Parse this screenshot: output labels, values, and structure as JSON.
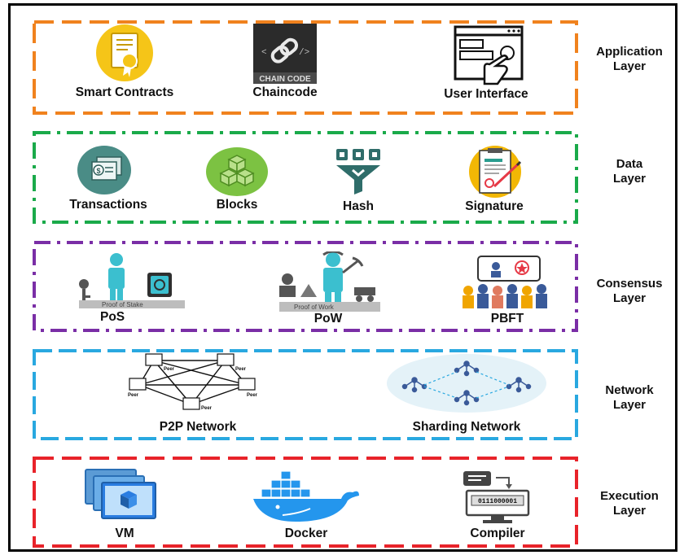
{
  "layers": [
    {
      "id": "application",
      "name_line1": "Application",
      "name_line2": "Layer",
      "border_color": "#f0821e",
      "items": [
        "Smart Contracts",
        "Chaincode",
        "User Interface"
      ]
    },
    {
      "id": "data",
      "name_line1": "Data",
      "name_line2": "Layer",
      "border_color": "#1aaa4a",
      "items": [
        "Transactions",
        "Blocks",
        "Hash",
        "Signature"
      ]
    },
    {
      "id": "consensus",
      "name_line1": "Consensus",
      "name_line2": "Layer",
      "border_color": "#7a2ea6",
      "items": [
        "PoS",
        "PoW",
        "PBFT"
      ]
    },
    {
      "id": "network",
      "name_line1": "Network",
      "name_line2": "Layer",
      "border_color": "#29a8e0",
      "items": [
        "P2P Network",
        "Sharding Network"
      ]
    },
    {
      "id": "execution",
      "name_line1": "Execution",
      "name_line2": "Layer",
      "border_color": "#e8232a",
      "items": [
        "VM",
        "Docker",
        "Compiler"
      ]
    }
  ],
  "icon_text": {
    "chaincode_badge": "CHAIN CODE",
    "pos_plate": "Proof of Stake",
    "pow_plate": "Proof of Work",
    "peer": "Peer",
    "compiler_bar": "0111000001"
  },
  "icons": {
    "smart_contracts": "certificate-icon",
    "chaincode": "chain-link-icon",
    "user_interface": "touch-screen-icon",
    "transactions": "money-transfer-icon",
    "blocks": "cube-stack-icon",
    "hash": "funnel-hash-icon",
    "signature": "signed-document-icon",
    "pos": "stake-vault-icon",
    "pow": "miner-icon",
    "pbft": "committee-icon",
    "p2p": "peer-network-icon",
    "sharding": "shard-network-icon",
    "vm": "virtual-machine-icon",
    "docker": "docker-whale-icon",
    "compiler": "compiler-icon"
  }
}
